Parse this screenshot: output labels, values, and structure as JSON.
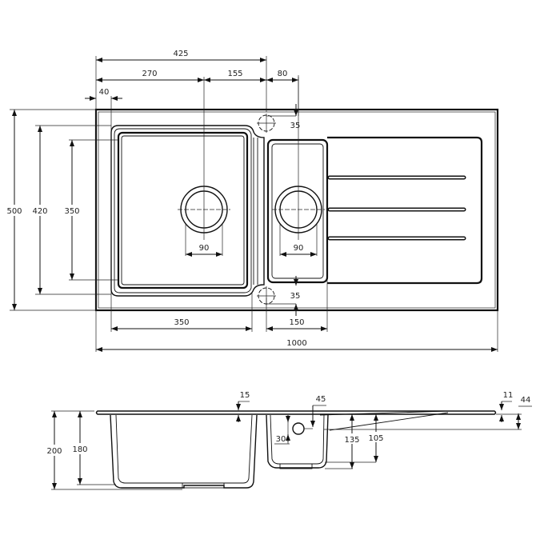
{
  "plan_view": {
    "dimensions": {
      "overall_width": "1000",
      "overall_depth": "500",
      "main_bowl_outer_depth": "420",
      "main_bowl_inner_depth": "350",
      "main_bowl_width": "350",
      "small_bowl_width": "150",
      "left_margin": "40",
      "main_drain_offset": "270",
      "drain_to_divider": "155",
      "left_to_divider": "425",
      "divider_to_small_drain": "80",
      "tap_hole_top_offset": "35",
      "tap_hole_bottom_offset": "35",
      "main_drain_diameter": "90",
      "small_drain_diameter": "90"
    },
    "drainer_grooves": 3
  },
  "section_view": {
    "dimensions": {
      "overall_height": "200",
      "bowl_depth": "180",
      "rim_thickness": "15",
      "overflow_offset": "45",
      "overflow_diameter": "30",
      "small_bowl_depth": "135",
      "drainer_depth": "105",
      "drainer_edge_thickness": "11",
      "drainer_edge_height": "44"
    }
  },
  "colors": {
    "line": "#111111",
    "background": "#ffffff"
  }
}
